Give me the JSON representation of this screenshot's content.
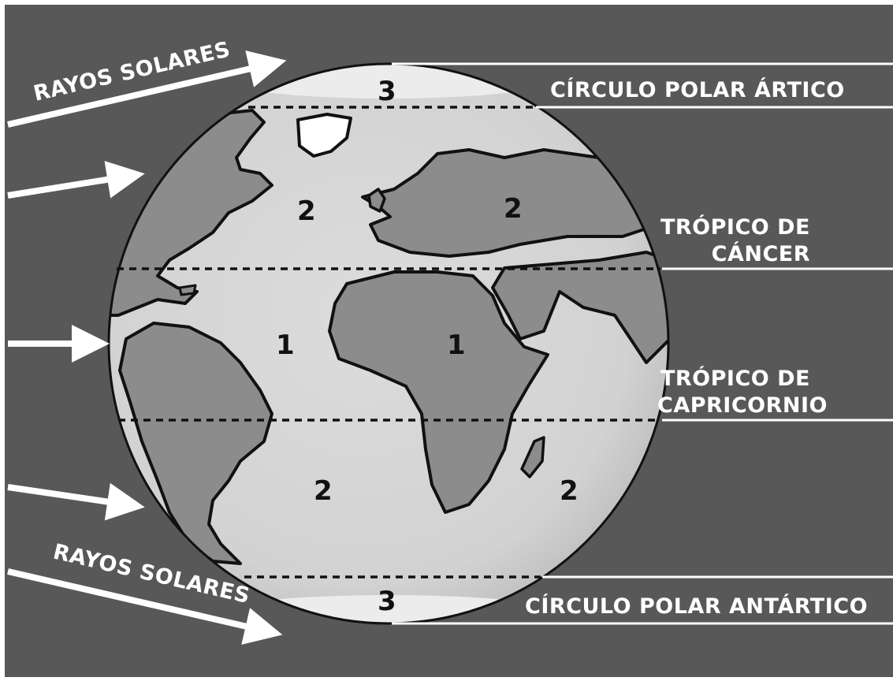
{
  "diagram": {
    "rays": {
      "top_label": "RAYOS SOLARES",
      "bottom_label": "RAYOS SOLARES"
    },
    "lines": {
      "arctic": "CÍRCULO POLAR ÁRTICO",
      "cancer_line1": "TRÓPICO DE",
      "cancer_line2": "CÁNCER",
      "capricorn_line1": "TRÓPICO DE",
      "capricorn_line2": "CAPRICORNIO",
      "antarctic": "CÍRCULO POLAR ANTÁRTICO"
    },
    "zones": {
      "north_polar": "3",
      "north_temperate_west": "2",
      "north_temperate_east": "2",
      "tropical_west": "1",
      "tropical_east": "1",
      "south_temperate_west": "2",
      "south_temperate_east": "2",
      "south_polar": "3"
    },
    "colors": {
      "background": "#585858",
      "ocean": "#d8d8d8",
      "land": "#8c8c8c",
      "rays": "#ffffff"
    }
  }
}
